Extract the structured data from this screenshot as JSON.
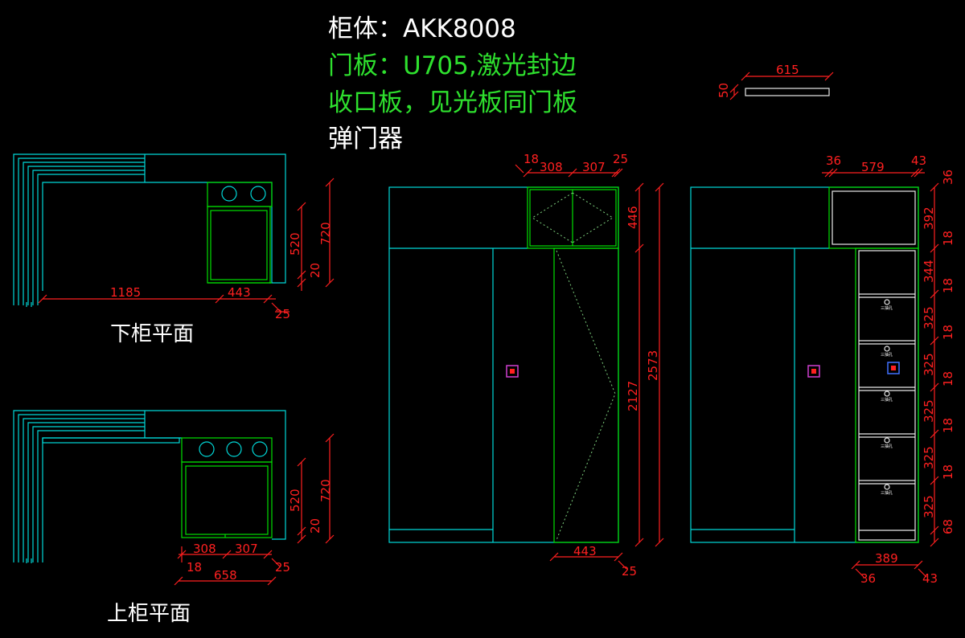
{
  "header": {
    "line1": "柜体：AKK8008",
    "line2": "门板：U705,激光封边",
    "line3": "收口板，见光板同门板",
    "line4": "弹门器"
  },
  "colors": {
    "background": "#000000",
    "outline_cyan": "#00d8d8",
    "detail_green": "#00e000",
    "dimension_red": "#ff2020",
    "header_green": "#2ee02e"
  },
  "plans": {
    "lower_title": "下柜平面",
    "upper_title": "上柜平面"
  },
  "dimensions": {
    "lower_1185": "1185",
    "lower_443": "443",
    "lower_25": "25",
    "lower_520": "520",
    "lower_720": "720",
    "lower_20": "20",
    "upper_308": "308",
    "upper_307": "307",
    "upper_18": "18",
    "upper_658": "658",
    "upper_25": "25",
    "upper_520": "520",
    "upper_720": "720",
    "upper_20": "20",
    "e1_18": "18",
    "e1_308": "308",
    "e1_307": "307",
    "e1_25": "25",
    "e1_446": "446",
    "e1_2127": "2127",
    "e1_2573": "2573",
    "e1_443": "443",
    "e1_25b": "25",
    "e2_36": "36",
    "e2_579": "579",
    "e2_43": "43",
    "e2_36r": "36",
    "e2_392": "392",
    "e2_18a": "18",
    "e2_344": "344",
    "e2_18b": "18",
    "e2_325a": "325",
    "e2_18c": "18",
    "e2_325b": "325",
    "e2_18d": "18",
    "e2_325c": "325",
    "e2_18e": "18",
    "e2_325d": "325",
    "e2_18f": "18",
    "e2_325e": "325",
    "e2_68": "68",
    "e2_389": "389",
    "e2_36b": "36",
    "e2_43b": "43",
    "panel_615": "615",
    "panel_50": "50"
  },
  "drawer_handle_label": "三抽孔"
}
